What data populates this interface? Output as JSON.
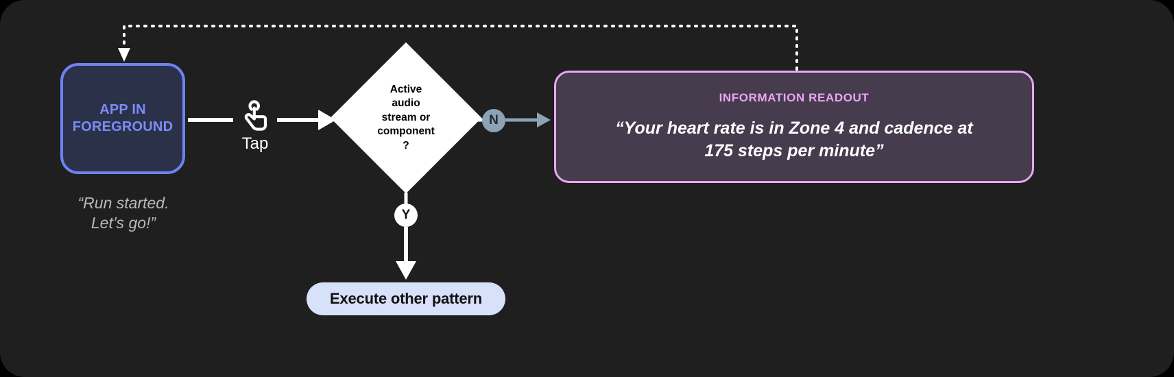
{
  "canvas": {
    "background": "#1f1f1f",
    "page_background": "#000000"
  },
  "nodes": {
    "app": {
      "label": "APP IN\nFOREGROUND",
      "caption": "“Run started.\nLet’s go!”",
      "fill": "#2b3149",
      "border": "#6e83ef",
      "text_color": "#7b8cf5",
      "caption_color": "#b9b9b9"
    },
    "tap": {
      "label": "Tap",
      "icon": "tap-gesture-icon",
      "color": "#ffffff"
    },
    "decision": {
      "label": "Active\naudio\nstream or\ncomponent\n?",
      "fill": "#ffffff",
      "text_color": "#000000"
    },
    "readout": {
      "title": "INFORMATION READOUT",
      "body": "“Your heart rate is in Zone 4 and cadence at\n175 steps per minute”",
      "fill": "#473b4e",
      "border": "#e9a7f5",
      "title_color": "#e9a7f5",
      "body_color": "#ffffff"
    },
    "execute": {
      "label": "Execute other pattern",
      "fill": "#d7e1fa",
      "text_color": "#111111"
    }
  },
  "branches": {
    "no": {
      "label": "N",
      "fill": "#8da2b5",
      "text_color": "#1f2a33",
      "connector_color": "#8da2b5"
    },
    "yes": {
      "label": "Y",
      "fill": "#ffffff",
      "text_color": "#111111",
      "connector_color": "#ffffff"
    }
  },
  "connectors": {
    "app_to_tap": {
      "style": "solid",
      "color": "#ffffff"
    },
    "tap_to_decision": {
      "style": "solid",
      "color": "#ffffff",
      "arrow": true
    },
    "decision_to_no": {
      "style": "solid",
      "color": "#ffffff"
    },
    "no_to_readout": {
      "style": "solid",
      "color": "#8da2b5",
      "arrow": true
    },
    "decision_to_yes": {
      "style": "solid",
      "color": "#ffffff"
    },
    "yes_to_execute": {
      "style": "solid",
      "color": "#ffffff",
      "arrow": true
    },
    "readout_back_to_app": {
      "style": "dotted",
      "color": "#ffffff",
      "arrow": true
    }
  }
}
